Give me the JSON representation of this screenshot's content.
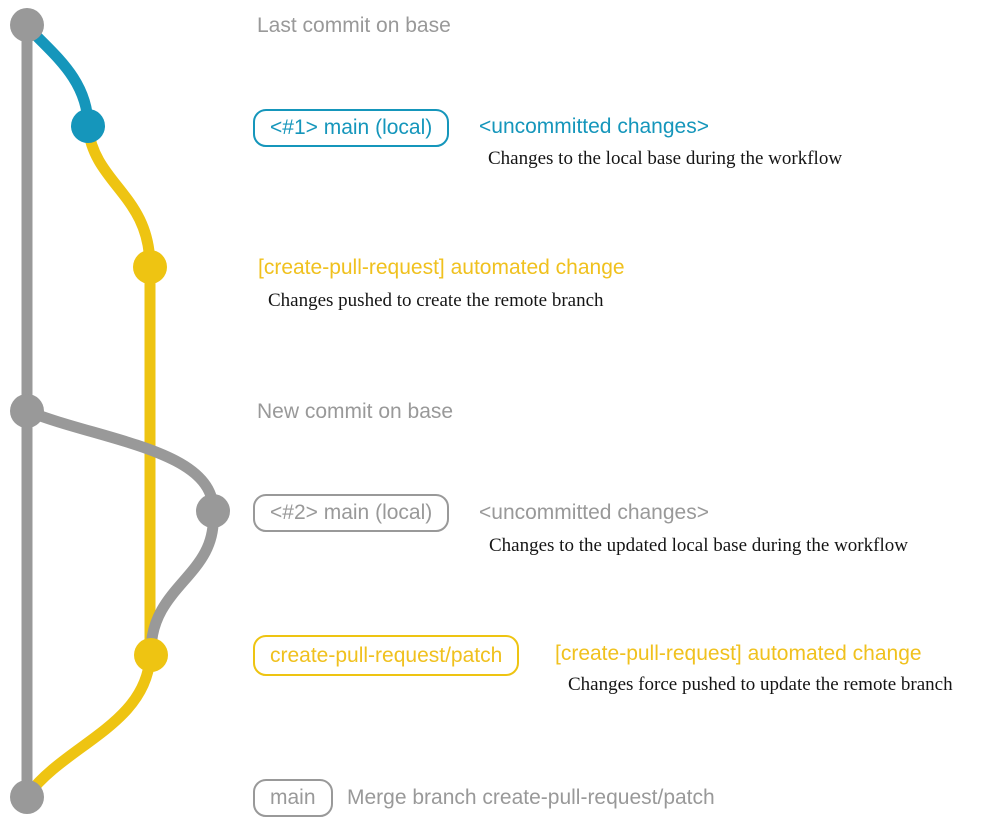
{
  "colors": {
    "gray": "#999999",
    "blue": "#1596bb",
    "yellow": "#eec412",
    "yellow_text": "#f0c11e",
    "ink": "#151515",
    "background": "#ffffff"
  },
  "rows": {
    "last_commit": {
      "title": "Last commit on base"
    },
    "main_local_1": {
      "badge": "<#1> main (local)",
      "heading": "<uncommitted changes>",
      "caption": "Changes to the local base during the workflow"
    },
    "automated_change_1": {
      "heading": "[create-pull-request] automated change",
      "caption": "Changes pushed to create the remote branch"
    },
    "new_commit": {
      "title": "New commit on base"
    },
    "main_local_2": {
      "badge": "<#2> main (local)",
      "heading": "<uncommitted changes>",
      "caption": "Changes to the updated local base during the workflow"
    },
    "patch_branch": {
      "badge": "create-pull-request/patch",
      "heading": "[create-pull-request] automated change",
      "caption": "Changes force pushed to update the remote branch"
    },
    "merge": {
      "badge": "main",
      "heading": "Merge branch create-pull-request/patch"
    }
  }
}
